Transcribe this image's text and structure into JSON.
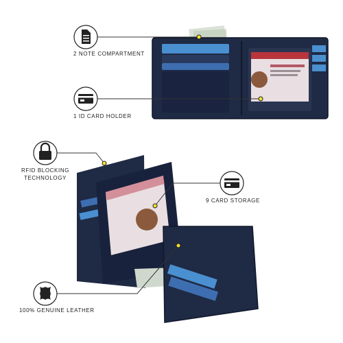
{
  "features": [
    {
      "id": "note",
      "label": "2 NOTE COMPARTMENT",
      "icon": "document-icon"
    },
    {
      "id": "id",
      "label": "1 ID CARD HOLDER",
      "icon": "card-icon"
    },
    {
      "id": "rfid",
      "label": "RFID BLOCKING TECHNOLOGY",
      "icon": "lock-icon"
    },
    {
      "id": "cards",
      "label": "9 CARD STORAGE",
      "icon": "card-icon"
    },
    {
      "id": "leather",
      "label": "100% GENUINE LEATHER",
      "icon": "leather-icon"
    }
  ],
  "colors": {
    "wallet": "#1f2a44",
    "wallet_dark": "#141c30",
    "accent": "#f2e230",
    "line": "#333333"
  }
}
